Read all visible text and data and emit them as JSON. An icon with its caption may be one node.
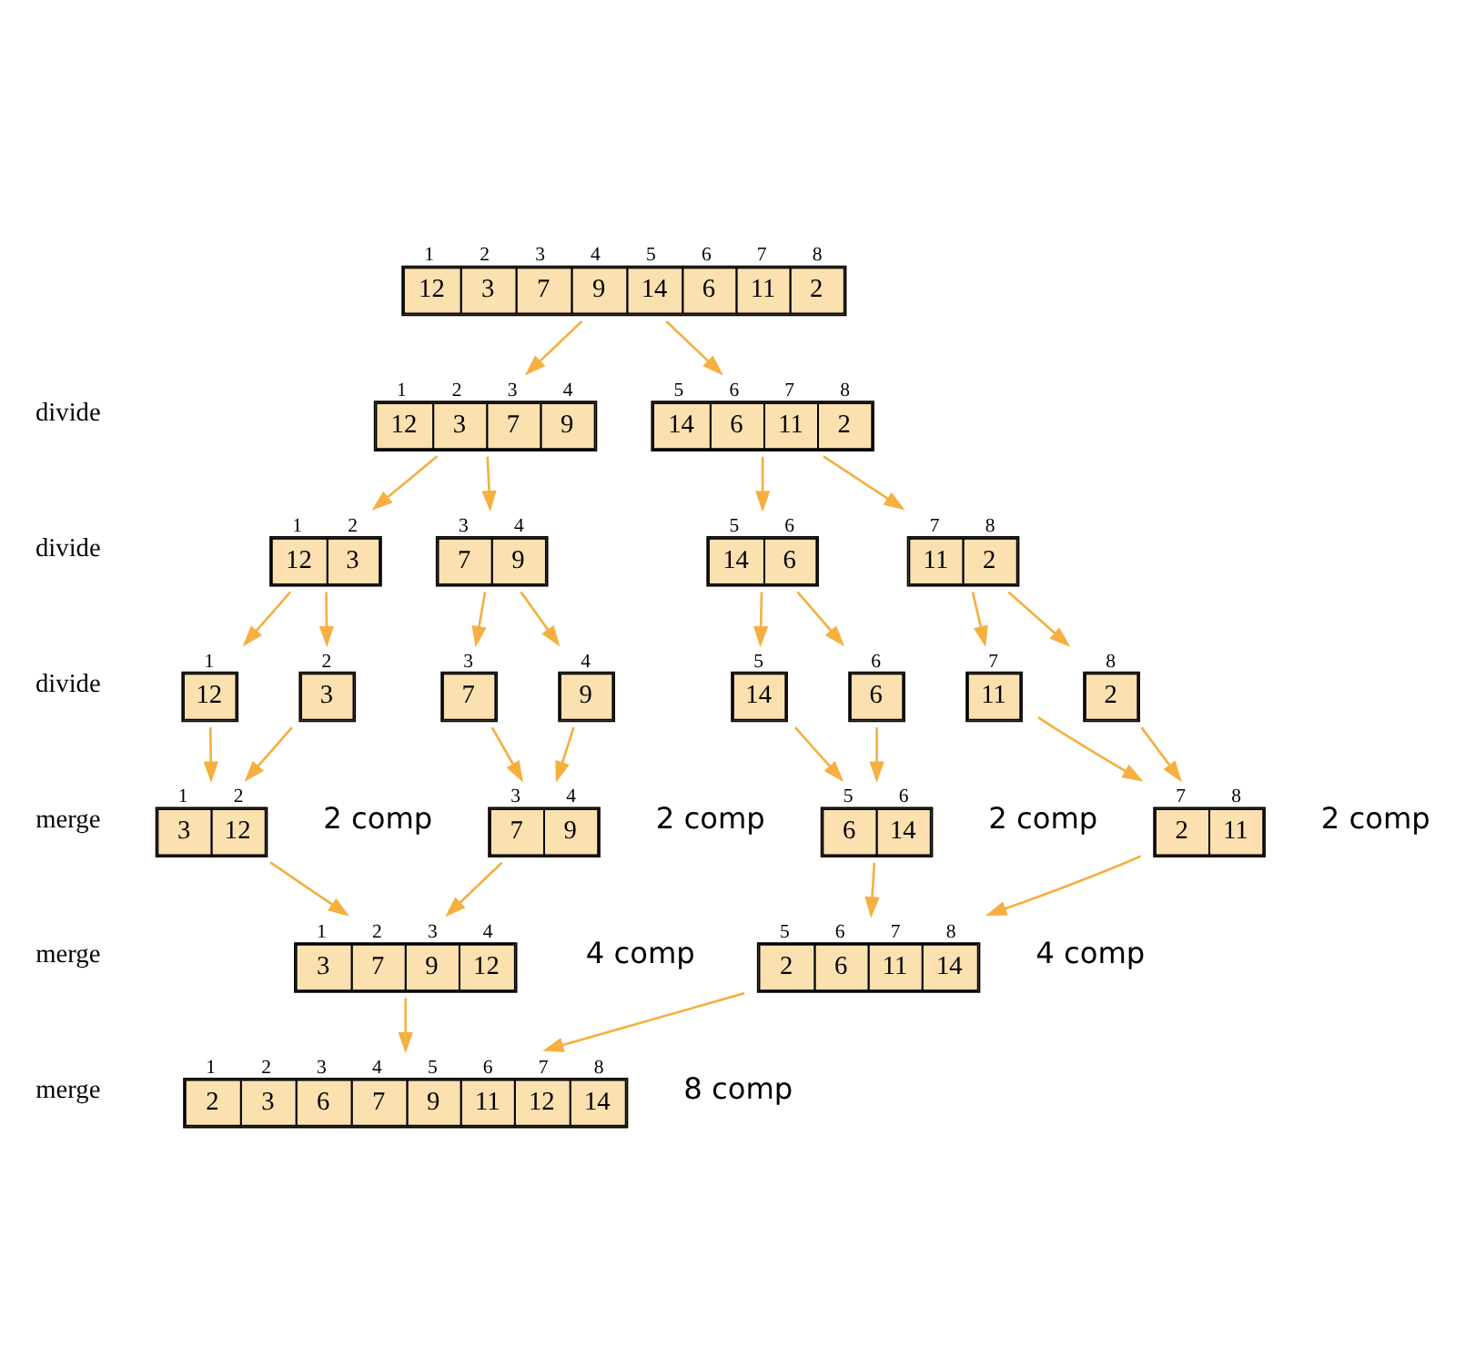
{
  "diagram": {
    "nodes": [
      {
        "text": [
          "12",
          "3",
          "7",
          "9",
          "14",
          "6",
          "11",
          "2"
        ],
        "beside": [
          "1",
          "2",
          "3",
          "4",
          "5",
          "6",
          "7",
          "8"
        ]
      },
      {
        "text": [
          "12",
          "3",
          "7",
          "9"
        ],
        "beside": [
          "1",
          "2",
          "3",
          "4"
        ]
      },
      {
        "text": [
          "14",
          "6",
          "11",
          "2"
        ],
        "beside": [
          "5",
          "6",
          "7",
          "8"
        ]
      },
      {
        "text": [
          "12",
          "3"
        ],
        "beside": [
          "1",
          "2"
        ]
      },
      {
        "text": [
          "7",
          "9"
        ],
        "beside": [
          "3",
          "4"
        ]
      },
      {
        "text": [
          "14",
          "6"
        ],
        "beside": [
          "5",
          "6"
        ]
      },
      {
        "text": [
          "11",
          "2"
        ],
        "beside": [
          "7",
          "8"
        ]
      },
      {
        "text": [
          "12"
        ],
        "beside": [
          "1"
        ]
      },
      {
        "text": [
          "3"
        ],
        "beside": [
          "2"
        ]
      },
      {
        "text": [
          "7"
        ],
        "beside": [
          "3"
        ]
      },
      {
        "text": [
          "9"
        ],
        "beside": [
          "4"
        ]
      },
      {
        "text": [
          "14"
        ],
        "beside": [
          "5"
        ]
      },
      {
        "text": [
          "6"
        ],
        "beside": [
          "6"
        ]
      },
      {
        "text": [
          "11"
        ],
        "beside": [
          "7"
        ]
      },
      {
        "text": [
          "2"
        ],
        "beside": [
          "8"
        ]
      },
      {
        "text": [
          "3",
          "12"
        ],
        "beside": [
          "1",
          "2"
        ]
      },
      {
        "text": [
          "7",
          "9"
        ],
        "beside": [
          "3",
          "4"
        ]
      },
      {
        "text": [
          "6",
          "14"
        ],
        "beside": [
          "5",
          "6"
        ]
      },
      {
        "text": [
          "2",
          "11"
        ],
        "beside": [
          "7",
          "8"
        ]
      },
      {
        "text": [
          "3",
          "7",
          "9",
          "12"
        ],
        "beside": [
          "1",
          "2",
          "3",
          "4"
        ]
      },
      {
        "text": [
          "2",
          "6",
          "11",
          "14"
        ],
        "beside": [
          "5",
          "6",
          "7",
          "8"
        ]
      },
      {
        "text": [
          "2",
          "3",
          "6",
          "7",
          "9",
          "11",
          "12",
          "14"
        ],
        "beside": [
          "1",
          "2",
          "3",
          "4",
          "5",
          "6",
          "7",
          "8"
        ]
      }
    ],
    "edges": [
      {
        "from": 0,
        "to": 1,
        "arrow": "to"
      },
      {
        "from": 0,
        "to": 2,
        "arrow": "to"
      },
      {
        "from": 1,
        "to": 3,
        "arrow": "to"
      },
      {
        "from": 1,
        "to": 4,
        "arrow": "to"
      },
      {
        "from": 2,
        "to": 5,
        "arrow": "to"
      },
      {
        "from": 2,
        "to": 6,
        "arrow": "to"
      },
      {
        "from": 3,
        "to": 7,
        "arrow": "to"
      },
      {
        "from": 3,
        "to": 8,
        "arrow": "to"
      },
      {
        "from": 4,
        "to": 9,
        "arrow": "to"
      },
      {
        "from": 4,
        "to": 10,
        "arrow": "to"
      },
      {
        "from": 5,
        "to": 11,
        "arrow": "to"
      },
      {
        "from": 5,
        "to": 12,
        "arrow": "to"
      },
      {
        "from": 6,
        "to": 13,
        "arrow": "to"
      },
      {
        "from": 6,
        "to": 14,
        "arrow": "to"
      },
      {
        "from": 7,
        "to": 15,
        "arrow": "to"
      },
      {
        "from": 8,
        "to": 15,
        "arrow": "to"
      },
      {
        "from": 9,
        "to": 16,
        "arrow": "to"
      },
      {
        "from": 10,
        "to": 16,
        "arrow": "to"
      },
      {
        "from": 11,
        "to": 17,
        "arrow": "to"
      },
      {
        "from": 12,
        "to": 17,
        "arrow": "to"
      },
      {
        "from": 13,
        "to": 18,
        "arrow": "to"
      },
      {
        "from": 14,
        "to": 18,
        "arrow": "to"
      },
      {
        "from": 15,
        "to": 19,
        "arrow": "to"
      },
      {
        "from": 16,
        "to": 19,
        "arrow": "to"
      },
      {
        "from": 17,
        "to": 20,
        "arrow": "to"
      },
      {
        "from": 18,
        "to": 20,
        "arrow": "to"
      },
      {
        "from": 19,
        "to": 21,
        "arrow": "to"
      },
      {
        "from": 20,
        "to": 21,
        "arrow": "to"
      }
    ],
    "labels": [
      "divide",
      "divide",
      "divide",
      "merge",
      "2 comp",
      "2 comp",
      "2 comp",
      "2 comp",
      "merge",
      "4 comp",
      "4 comp",
      "merge",
      "8 comp"
    ]
  }
}
